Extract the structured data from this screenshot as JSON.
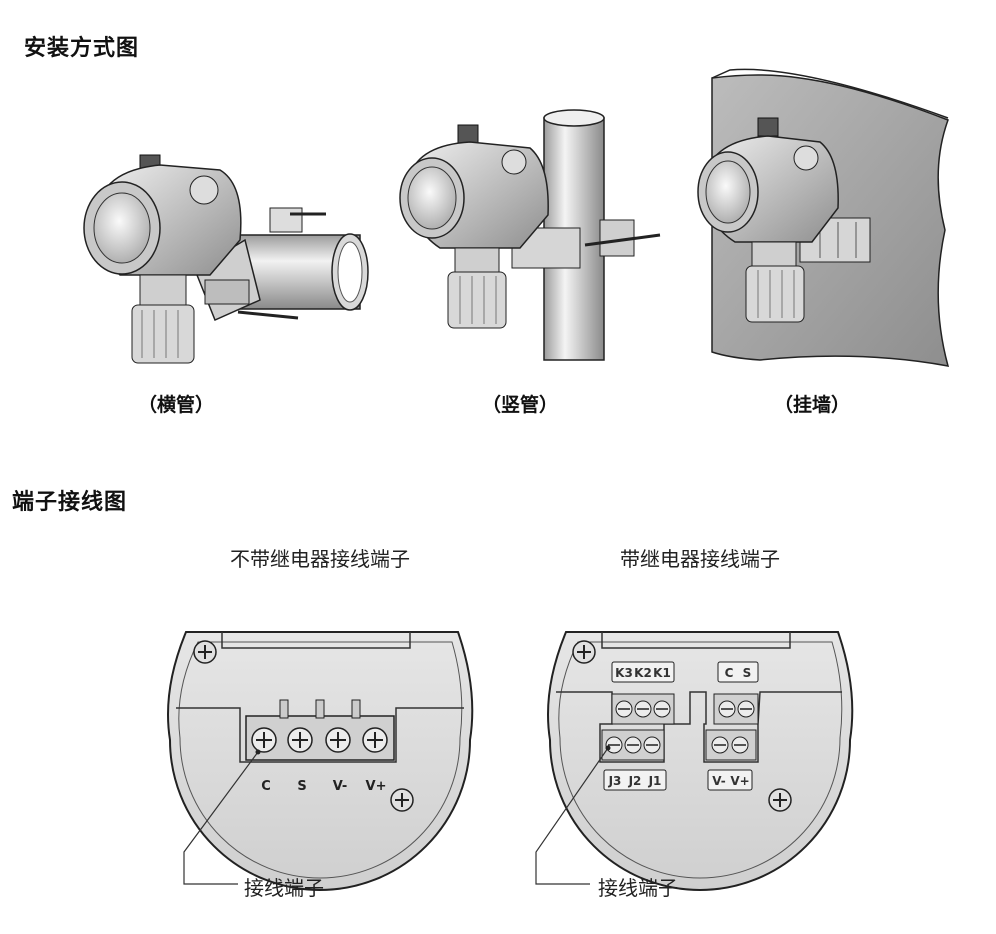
{
  "install": {
    "title": "安装方式图",
    "captions": [
      "（横管）",
      "（竖管）",
      "（挂墙）"
    ]
  },
  "wiring": {
    "title": "端子接线图",
    "left": {
      "subtitle": "不带继电器接线端子",
      "terminals": [
        "C",
        "S",
        "V-",
        "V+"
      ],
      "callout": "接线端子"
    },
    "right": {
      "subtitle": "带继电器接线端子",
      "relay_group": [
        "K3",
        "K2",
        "K1"
      ],
      "signal_group": [
        "C",
        "S"
      ],
      "j_group": [
        "J3",
        "J2",
        "J1"
      ],
      "power_group": [
        "V-",
        "V+"
      ],
      "callout": "接线端子"
    }
  }
}
